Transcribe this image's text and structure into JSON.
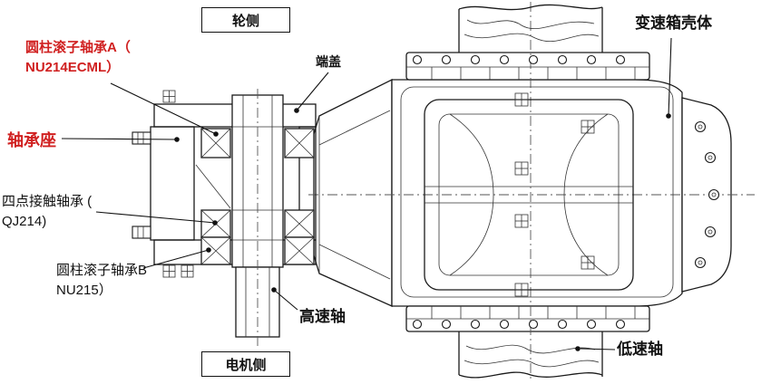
{
  "labels": {
    "wheel_side": "轮侧",
    "motor_side": "电机侧",
    "gearbox_housing": "变速箱壳体",
    "end_cover": "端盖",
    "bearing_seat": "轴承座",
    "bearing_a": [
      "圆柱滚子轴承A（",
      "NU214ECML）"
    ],
    "four_point_bearing": [
      "四点接触轴承 (",
      "QJ214)"
    ],
    "bearing_b": [
      "圆柱滚子轴承B",
      "NU215）"
    ],
    "high_speed_shaft": "高速轴",
    "low_speed_shaft": "低速轴"
  },
  "colors": {
    "red_label": "#d02020",
    "line": "#1a1a1a",
    "background": "#ffffff"
  }
}
